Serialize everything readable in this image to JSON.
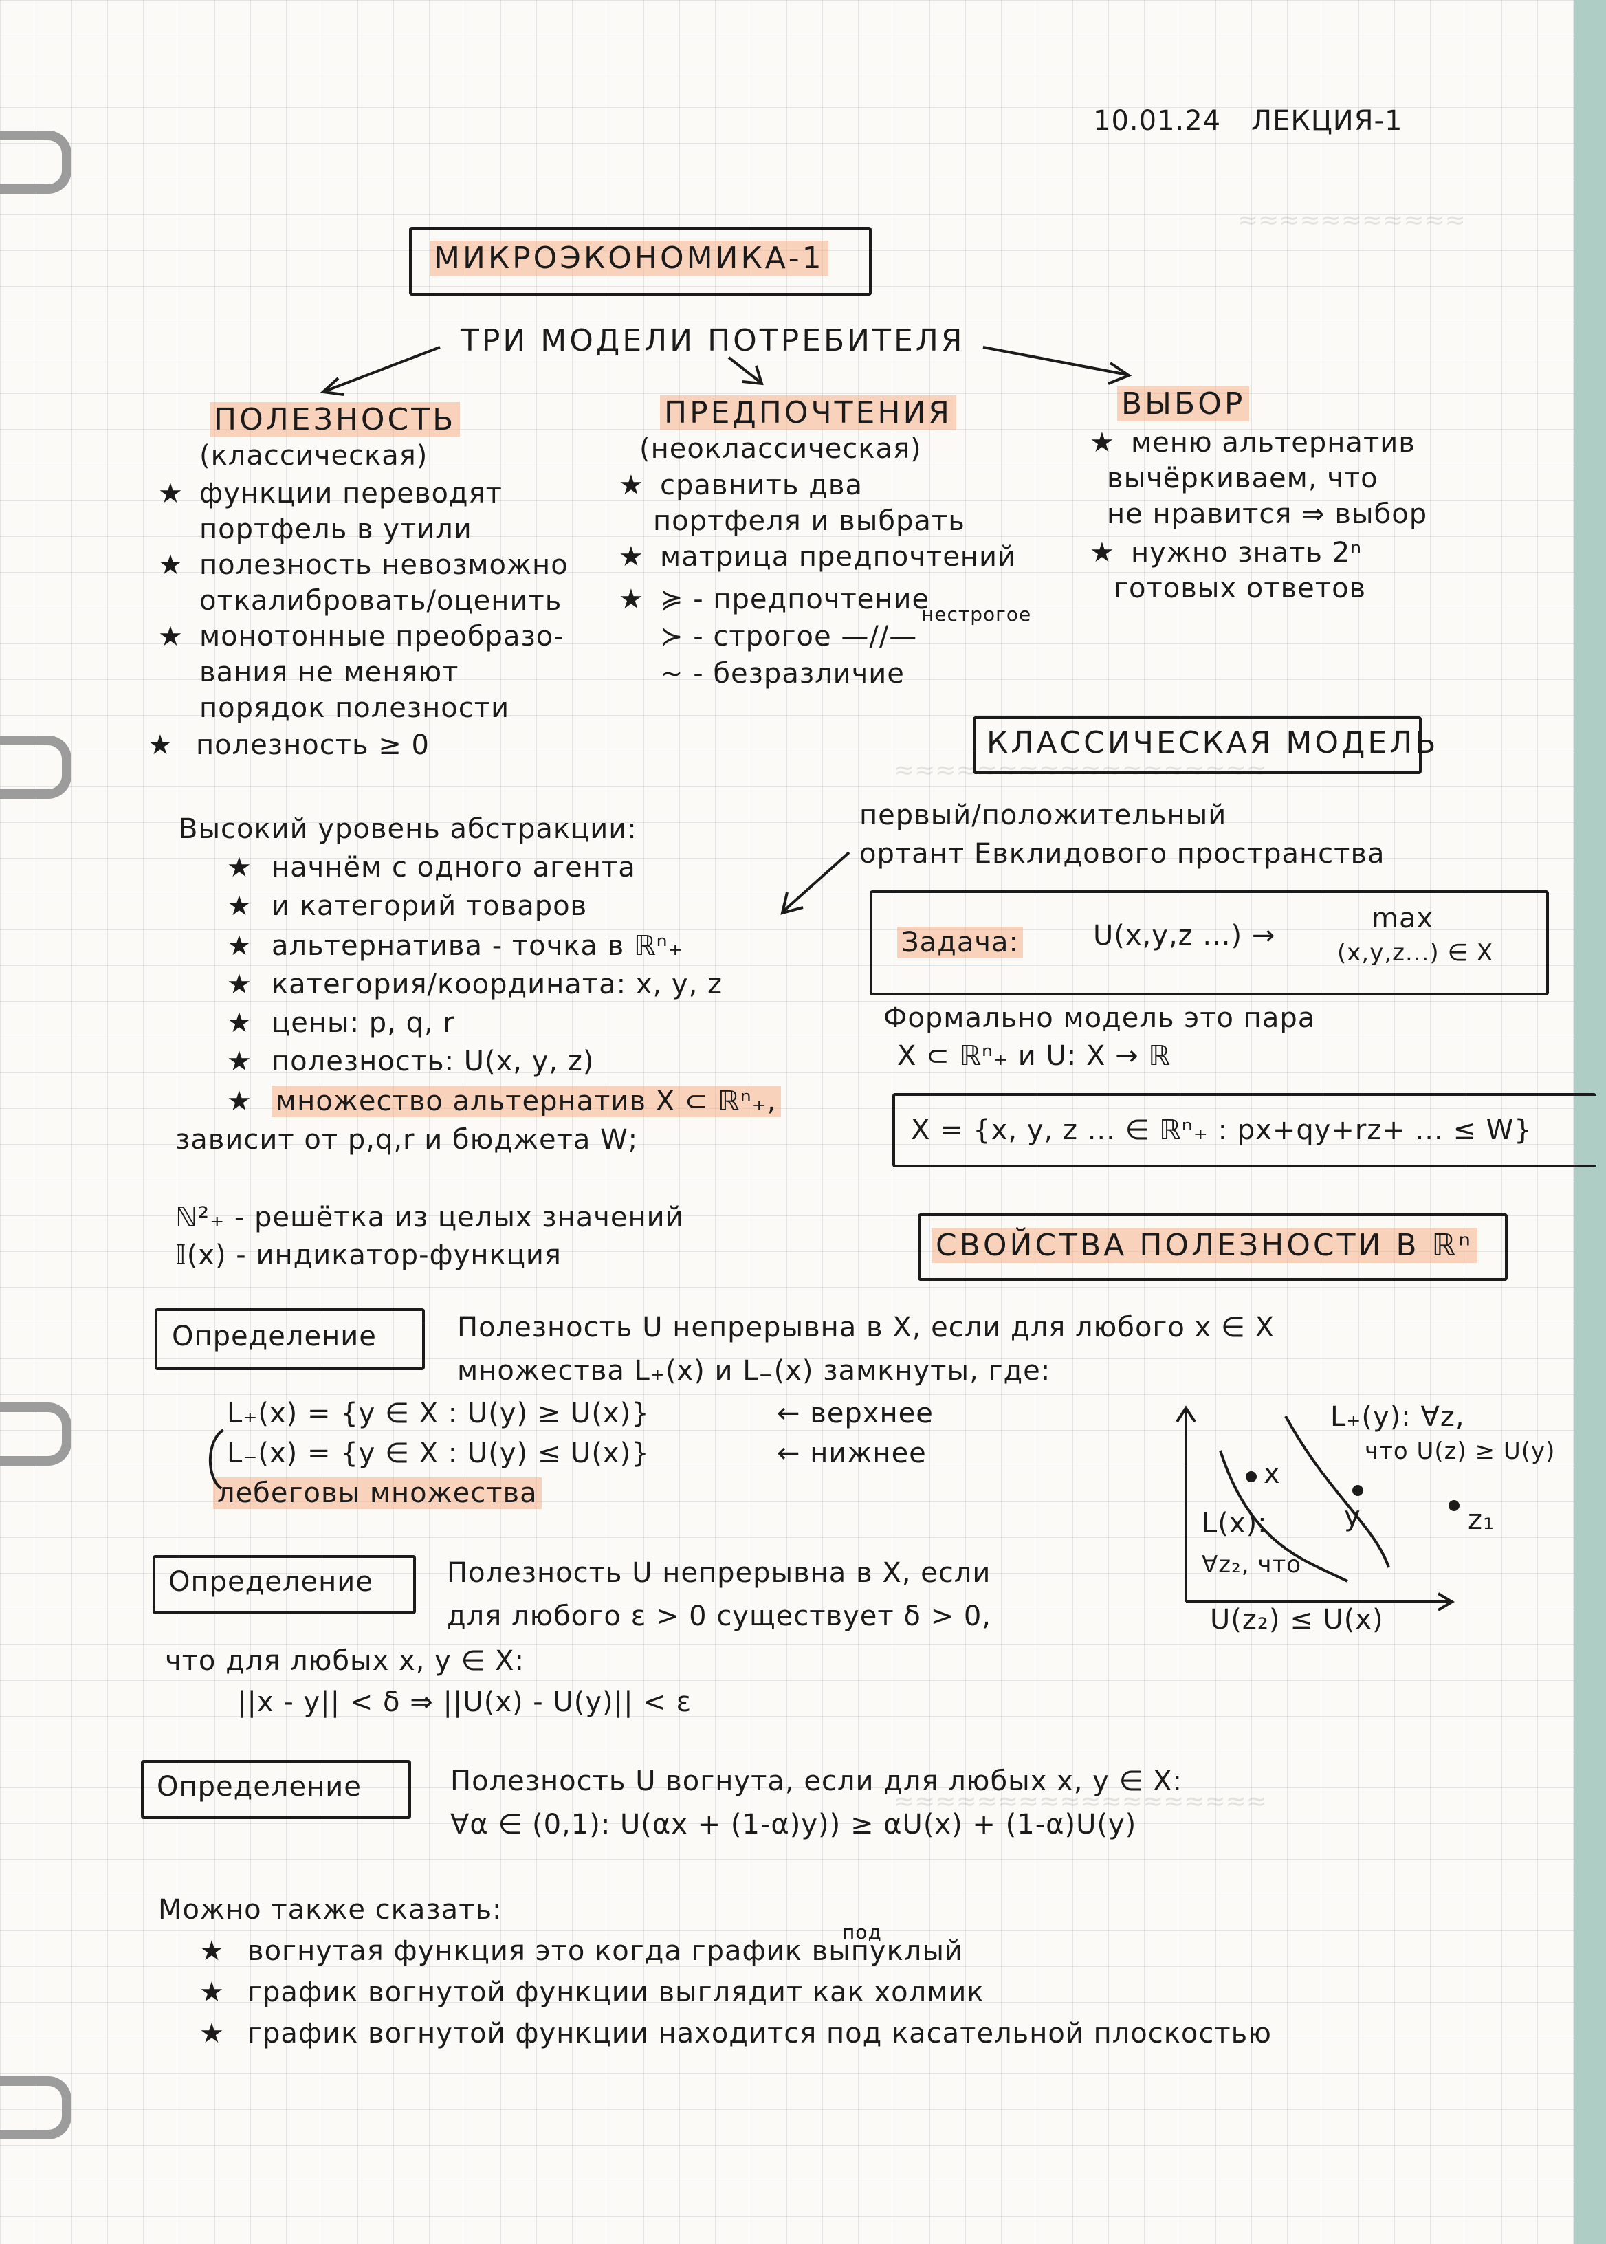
{
  "header": {
    "date": "10.01.24",
    "lecture": "ЛЕКЦИЯ-1"
  },
  "title": "МИКРОЭКОНОМИКА-1",
  "models": {
    "heading": "ТРИ МОДЕЛИ ПОТРЕБИТЕЛЯ",
    "utility": {
      "title": "ПОЛЕЗНОСТЬ",
      "subtitle": "(классическая)",
      "lines": [
        "функции переводят",
        "портфель в утили",
        "полезность невозможно",
        "откалибровать/оценить",
        "монотонные преобразо-",
        "вания не меняют",
        "порядок полезности",
        "полезность ≥ 0"
      ]
    },
    "preferences": {
      "title": "ПРЕДПОЧТЕНИЯ",
      "subtitle": "(неоклассическая)",
      "lines": [
        "сравнить два",
        "портфеля и выбрать",
        "матрица предпочтений",
        "≽ - предпочтение",
        "≻ - строгое —//—",
        "∼ - безразличие"
      ],
      "note": "нестрогое"
    },
    "choice": {
      "title": "ВЫБОР",
      "lines": [
        "меню альтернатив",
        "вычёркиваем, что",
        "не нравится ⇒ выбор",
        "нужно знать 2ⁿ",
        "готовых ответов"
      ]
    }
  },
  "abstraction": {
    "intro": "Высокий уровень абстракции:",
    "items": [
      "начнём с одного агента",
      "и категорий товаров",
      "альтернатива - точка в ℝⁿ₊",
      "категория/координата: x, y, z",
      "цены: p, q, r",
      "полезность: U(x, y, z)",
      "множество альтернатив X ⊂ ℝⁿ₊,"
    ],
    "depends": "зависит от p,q,r и бюджета W;",
    "lattice": "ℕ²₊ - решётка из целых значений",
    "indicator": "𝕀(x) - индикатор-функция"
  },
  "orthant_note": [
    "первый/положительный",
    "ортант Евклидового пространства"
  ],
  "classic": {
    "title": "КЛАССИЧЕСКАЯ МОДЕЛЬ",
    "task_label": "Задача:",
    "task_expr": "U(x,y,z ...) →",
    "task_max": "max",
    "task_sub": "(x,y,z...) ∈ X",
    "formal_1": "Формально модель это пара",
    "formal_2": "X ⊂ ℝⁿ₊  и  U: X → ℝ",
    "budget": "X = {x, y, z ... ∈ ℝⁿ₊ : px+qy+rz+ ... ≤ W}"
  },
  "properties_title": "СВОЙСТВА ПОЛЕЗНОСТИ В ℝⁿ",
  "def_label": "Определение",
  "def1": {
    "lines": [
      "Полезность U непрерывна в X, если для любого x ∈ X",
      "множества L₊(x) и L₋(x) замкнуты, где:"
    ],
    "upper": "L₊(x) = {y ∈ X : U(y) ≥ U(x)}",
    "upper_note": "← верхнее",
    "lower": "L₋(x) = {y ∈ X : U(y) ≤ U(x)}",
    "lower_note": "← нижнее",
    "lebesgue": "лебеговы множества"
  },
  "graph": {
    "upper_label": [
      "L₊(y): ∀z,",
      "что U(z) ≥ U(y)"
    ],
    "point_x": "x",
    "point_y": "y",
    "point_z": "z₁",
    "lower_label": [
      "L(x):",
      "∀z₂, что"
    ],
    "bottom": "U(z₂) ≤ U(x)"
  },
  "def2": {
    "lines": [
      "Полезность U непрерывна в X, если",
      "для любого ε > 0 существует δ > 0,",
      "что для любых x, y ∈ X:"
    ],
    "formula": "||x - y|| < δ  ⇒  ||U(x) - U(y)|| < ε"
  },
  "def3": {
    "lines": [
      "Полезность U вогнута, если для любых x, y ∈ X:",
      "∀α ∈ (0,1):  U(αx + (1-α)y)) ≥ αU(x) + (1-α)U(y)"
    ]
  },
  "summary": {
    "intro": "Можно также сказать:",
    "items": [
      "вогнутая функция это когда график выпуклый",
      "график вогнутой функции выглядит как холмик",
      "график вогнутой функции находится под касательной плоскостью"
    ],
    "note": "под"
  }
}
